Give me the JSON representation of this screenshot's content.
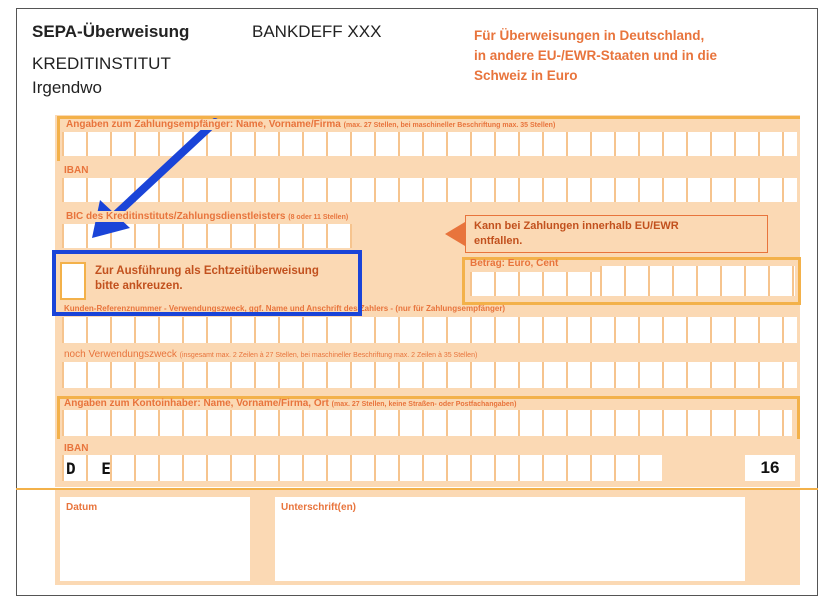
{
  "header": {
    "title": "SEPA-Überweisung",
    "bic": "BANKDEFF XXX",
    "institute": "KREDITINSTITUT",
    "location": "Irgendwo",
    "info_lines": [
      "Für Überweisungen in Deutschland,",
      "in andere EU-/EWR-Staaten und in die",
      "Schweiz in Euro"
    ]
  },
  "fields": {
    "payee": {
      "label": "Angaben zum Zahlungsempfänger: Name, Vorname/Firma",
      "hint": "(max. 27 Stellen, bei maschineller Beschriftung max. 35 Stellen)"
    },
    "iban": {
      "label": "IBAN"
    },
    "bic": {
      "label": "BIC des Kreditinstituts/Zahlungsdienstleisters",
      "hint": "(8 oder 11 Stellen)"
    },
    "bic_note": [
      "Kann bei Zahlungen innerhalb EU/EWR",
      "entfallen."
    ],
    "amount": {
      "label": "Betrag: Euro, Cent"
    },
    "reference": {
      "label": "Kunden-Referenznummer - Verwendungszweck, ggf. Name und Anschrift des Zahlers - (nur für Zahlungsempfänger)"
    },
    "purpose2": {
      "label": "noch Verwendungszweck",
      "hint": "(insgesamt max. 2 Zeilen à 27 Stellen, bei maschineller Beschriftung max. 2 Zeilen à 35 Stellen)"
    },
    "account_holder": {
      "label": "Angaben zum Kontoinhaber: Name, Vorname/Firma, Ort",
      "hint": "(max. 27 Stellen, keine Straßen- oder Postfachangaben)"
    },
    "payer_iban": {
      "label": "IBAN",
      "prefix": "D E",
      "check": "16"
    },
    "date": {
      "label": "Datum"
    },
    "signature": {
      "label": "Unterschrift(en)"
    }
  },
  "annotation": {
    "instant_transfer": [
      "Zur Ausführung als Echtzeitüberweisung",
      "bitte ankreuzen."
    ],
    "color": "#1a44d8"
  }
}
